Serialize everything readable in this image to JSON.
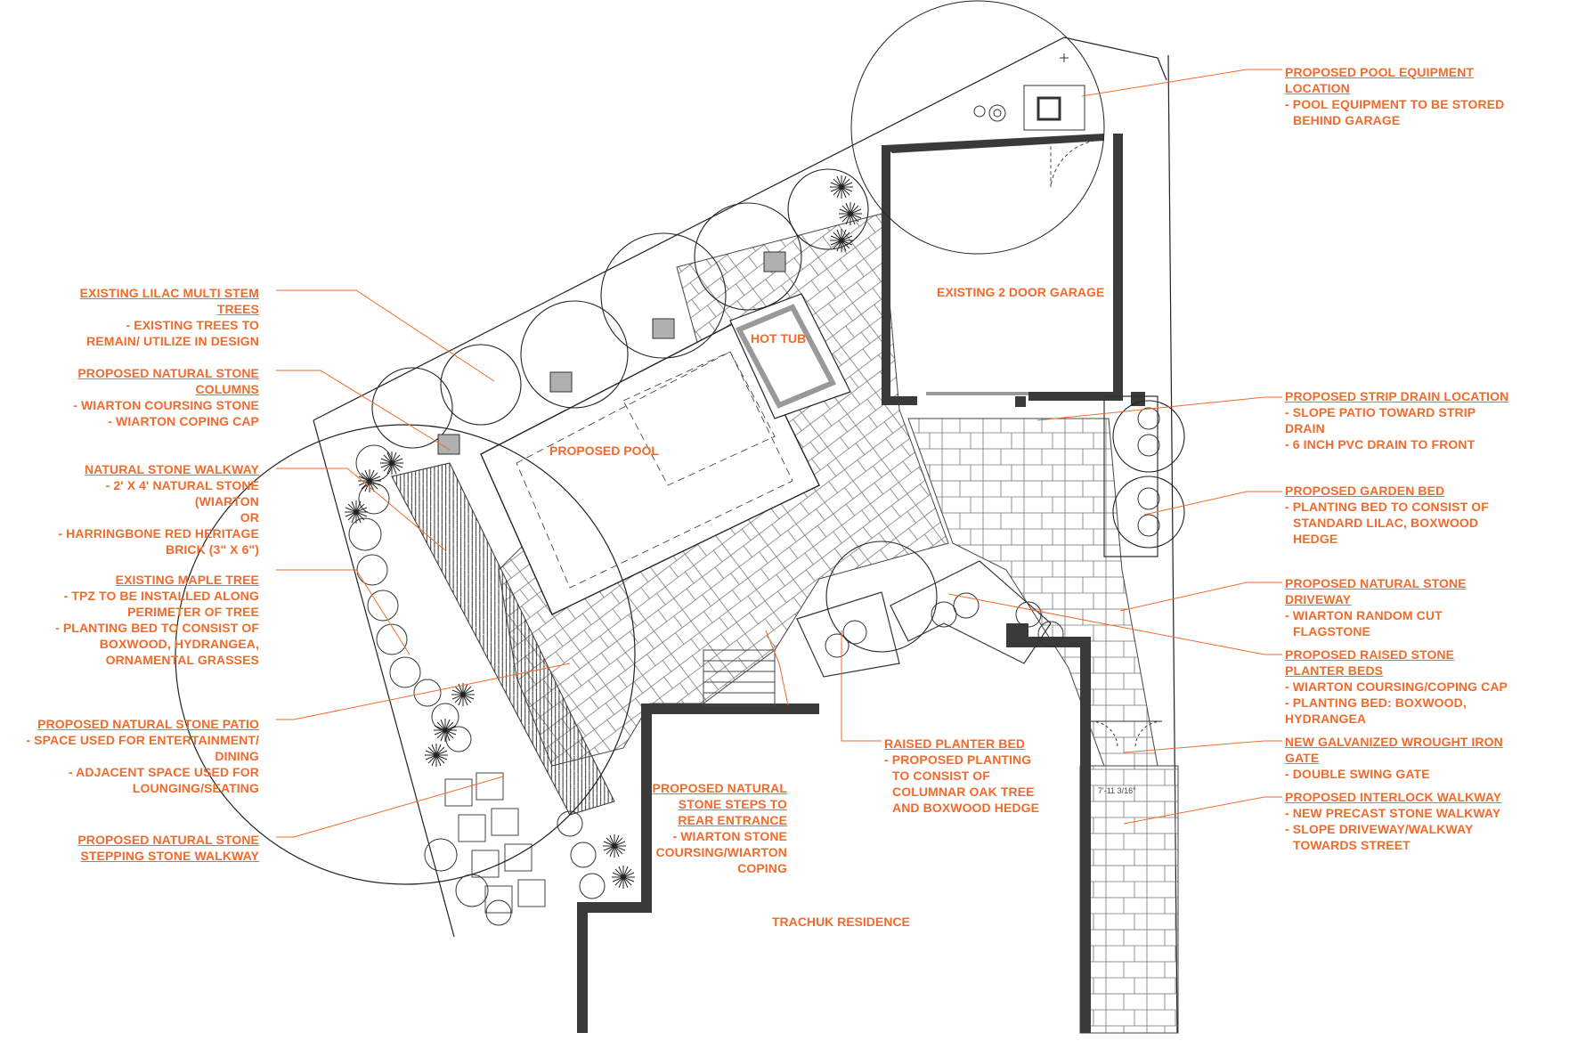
{
  "colors": {
    "label": "#f26a2c",
    "wall": "#3a3a3a",
    "line": "#222222"
  },
  "plan_labels": {
    "garage": "EXISTING 2 DOOR GARAGE",
    "hot_tub": "HOT TUB",
    "pool": "PROPOSED POOL",
    "residence": "TRACHUK RESIDENCE",
    "dimension": "7'-11 3/16\""
  },
  "left_notes": [
    {
      "title": [
        "EXISTING LILAC MULTI STEM",
        "TREES"
      ],
      "lines": [
        "- EXISTING TREES TO",
        "REMAIN/ UTILIZE IN DESIGN"
      ]
    },
    {
      "title": [
        "PROPOSED NATURAL STONE",
        "COLUMNS"
      ],
      "lines": [
        "- WIARTON COURSING STONE",
        "- WIARTON COPING CAP"
      ]
    },
    {
      "title": [
        "NATURAL STONE WALKWAY"
      ],
      "lines": [
        "- 2' X 4' NATURAL STONE",
        "(WIARTON",
        "OR",
        "- HARRINGBONE RED HERITAGE",
        "BRICK (3\" X 6\")"
      ]
    },
    {
      "title": [
        "EXISTING MAPLE TREE"
      ],
      "lines": [
        "- TPZ TO BE INSTALLED ALONG",
        "PERIMETER OF TREE",
        "- PLANTING BED TO CONSIST OF",
        "BOXWOOD, HYDRANGEA,",
        "ORNAMENTAL GRASSES"
      ]
    },
    {
      "title": [
        "PROPOSED NATURAL STONE PATIO"
      ],
      "lines": [
        "- SPACE USED FOR ENTERTAINMENT/",
        "DINING",
        "- ADJACENT SPACE USED FOR",
        "LOUNGING/SEATING"
      ]
    },
    {
      "title": [
        "PROPOSED NATURAL STONE",
        "STEPPING STONE WALKWAY"
      ],
      "lines": []
    }
  ],
  "center_notes": [
    {
      "title": [
        "PROPOSED NATURAL",
        "STONE STEPS TO",
        "REAR ENTRANCE"
      ],
      "lines": [
        "- WIARTON STONE",
        "COURSING/WIARTON",
        "COPING"
      ]
    },
    {
      "title": [
        "RAISED PLANTER BED"
      ],
      "lines": [
        "- PROPOSED PLANTING",
        "TO CONSIST OF",
        "COLUMNAR OAK TREE",
        "AND BOXWOOD HEDGE"
      ]
    }
  ],
  "right_notes": [
    {
      "title": [
        "PROPOSED POOL EQUIPMENT",
        "LOCATION"
      ],
      "lines": [
        "- POOL EQUIPMENT TO BE STORED",
        "BEHIND GARAGE"
      ]
    },
    {
      "title": [
        "PROPOSED STRIP DRAIN LOCATION"
      ],
      "lines": [
        "- SLOPE PATIO TOWARD STRIP",
        "DRAIN",
        "- 6 INCH PVC DRAIN TO FRONT"
      ]
    },
    {
      "title": [
        "PROPOSED GARDEN BED"
      ],
      "lines": [
        "- PLANTING BED TO CONSIST OF",
        "STANDARD LILAC, BOXWOOD",
        "HEDGE"
      ]
    },
    {
      "title": [
        "PROPOSED NATURAL STONE",
        "DRIVEWAY"
      ],
      "lines": [
        "- WIARTON RANDOM CUT",
        "FLAGSTONE"
      ]
    },
    {
      "title": [
        " PROPOSED RAISED STONE",
        "PLANTER BEDS"
      ],
      "lines": [
        "- WIARTON COURSING/COPING CAP",
        "- PLANTING BED: BOXWOOD,",
        "HYDRANGEA"
      ]
    },
    {
      "title": [
        "NEW GALVANIZED WROUGHT IRON",
        "GATE"
      ],
      "lines": [
        "- DOUBLE SWING GATE"
      ]
    },
    {
      "title": [
        "PROPOSED INTERLOCK WALKWAY"
      ],
      "lines": [
        "- NEW PRECAST STONE WALKWAY",
        "- SLOPE DRIVEWAY/WALKWAY",
        "TOWARDS STREET"
      ]
    }
  ]
}
